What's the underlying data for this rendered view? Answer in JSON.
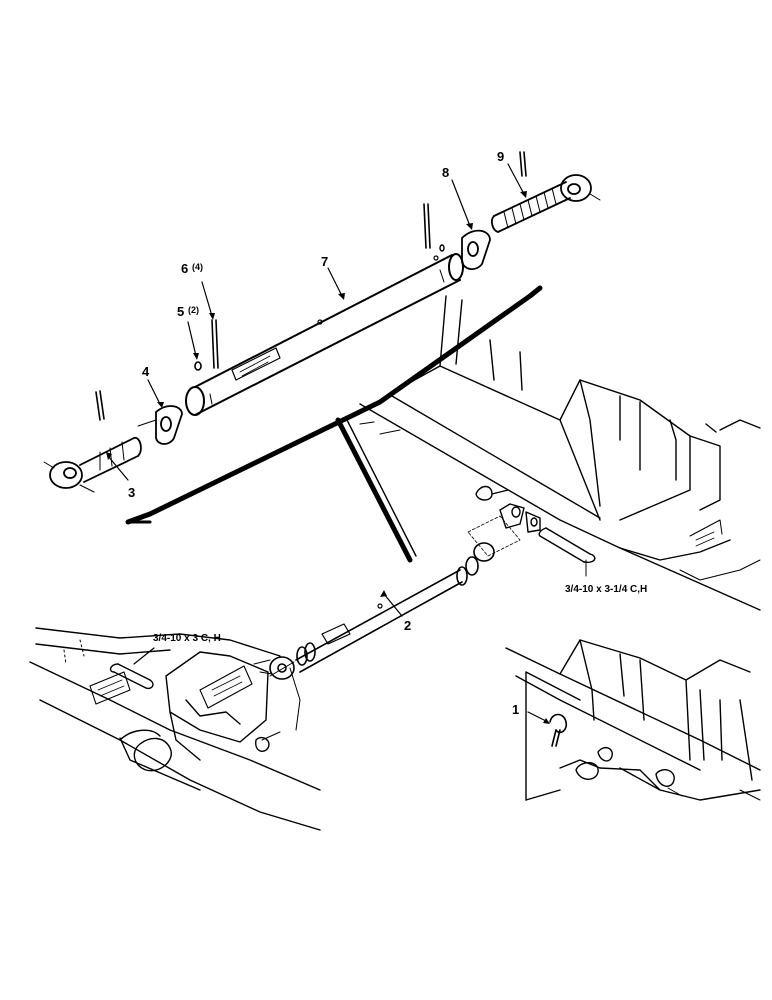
{
  "callouts": {
    "c1": "1",
    "c2": "2",
    "c3": "3",
    "c4": "4",
    "c5": "5",
    "c5_qty": "(2)",
    "c6": "6",
    "c6_qty": "(4)",
    "c7": "7",
    "c8": "8",
    "c9": "9"
  },
  "specs": {
    "bolt_front": "3/4-10 x 3 C, H",
    "bolt_rear": "3/4-10 x 3-1/4 C,H"
  }
}
